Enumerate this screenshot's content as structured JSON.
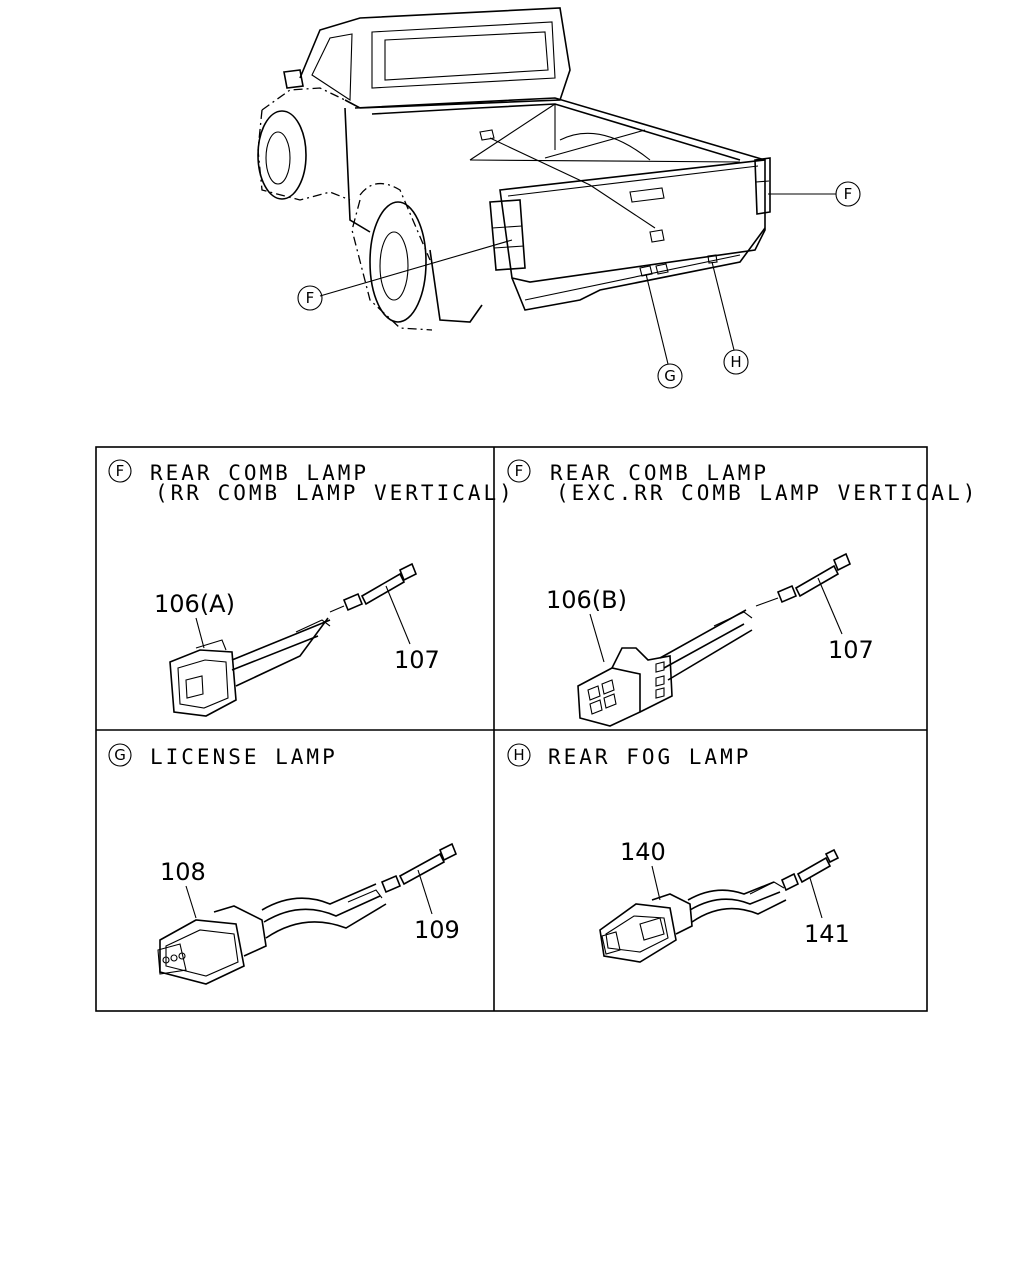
{
  "truck_callouts": {
    "f_right": "F",
    "f_left": "F",
    "g": "G",
    "h": "H"
  },
  "panels": [
    {
      "letter": "F",
      "title_line1": "REAR COMB LAMP",
      "title_line2": "(RR COMB LAMP VERTICAL)",
      "part_connector": "106(A)",
      "part_terminal": "107"
    },
    {
      "letter": "F",
      "title_line1": "REAR COMB LAMP",
      "title_line2": "(EXC.RR COMB LAMP VERTICAL)",
      "part_connector": "106(B)",
      "part_terminal": "107"
    },
    {
      "letter": "G",
      "title_line1": "LICENSE LAMP",
      "title_line2": "",
      "part_connector": "108",
      "part_terminal": "109"
    },
    {
      "letter": "H",
      "title_line1": "REAR FOG LAMP",
      "title_line2": "",
      "part_connector": "140",
      "part_terminal": "141"
    }
  ]
}
